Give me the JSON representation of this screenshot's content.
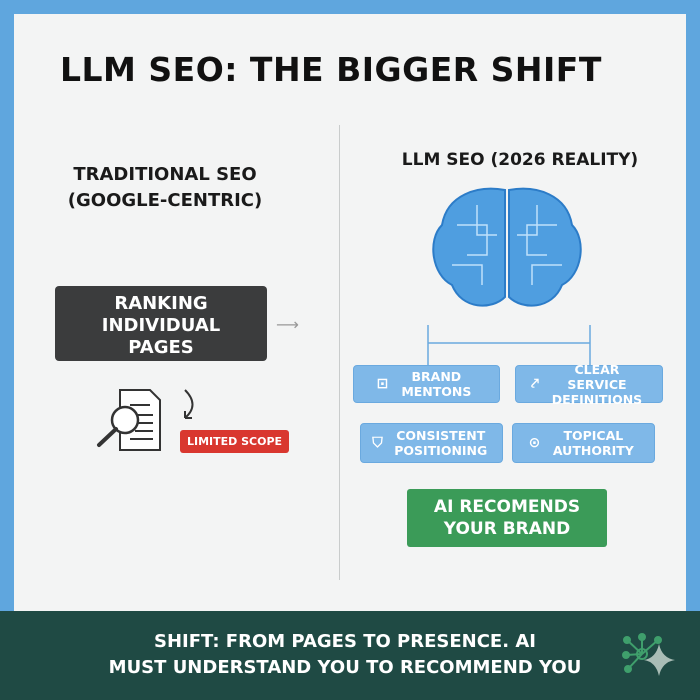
{
  "title": "LLM SEO: THE BIGGER SHIFT",
  "left": {
    "heading_line1": "TRADITIONAL SEO",
    "heading_line2": "(GOOGLE-CENTRIC)",
    "box_label": "RANKING INDIVIDUAL PAGES",
    "badge": "LIMITED SCOPE"
  },
  "right": {
    "heading": "LLM SEO (2026 REALITY)",
    "items": [
      {
        "label": "BRAND MENTONS",
        "icon": "profile-icon"
      },
      {
        "label": "CLEAR SERVICE DEFINITIONS",
        "icon": "chart-edit-icon"
      },
      {
        "label": "CONSISTENT POSITIONING",
        "icon": "shield-check-icon"
      },
      {
        "label": "TOPICAL AUTHORITY",
        "icon": "document-search-icon"
      }
    ],
    "result": "AI RECOMENDS YOUR BRAND"
  },
  "footer": {
    "line1": "SHIFT: FROM PAGES TO PRESENCE. AI",
    "line2": "MUST UNDERSTAND YOU TO RECOMMEND YOU"
  },
  "colors": {
    "border": "#5fa6de",
    "footer": "#1f4a44",
    "box": "#7fb8e8",
    "green": "#3b9b58",
    "red": "#d9372f"
  }
}
